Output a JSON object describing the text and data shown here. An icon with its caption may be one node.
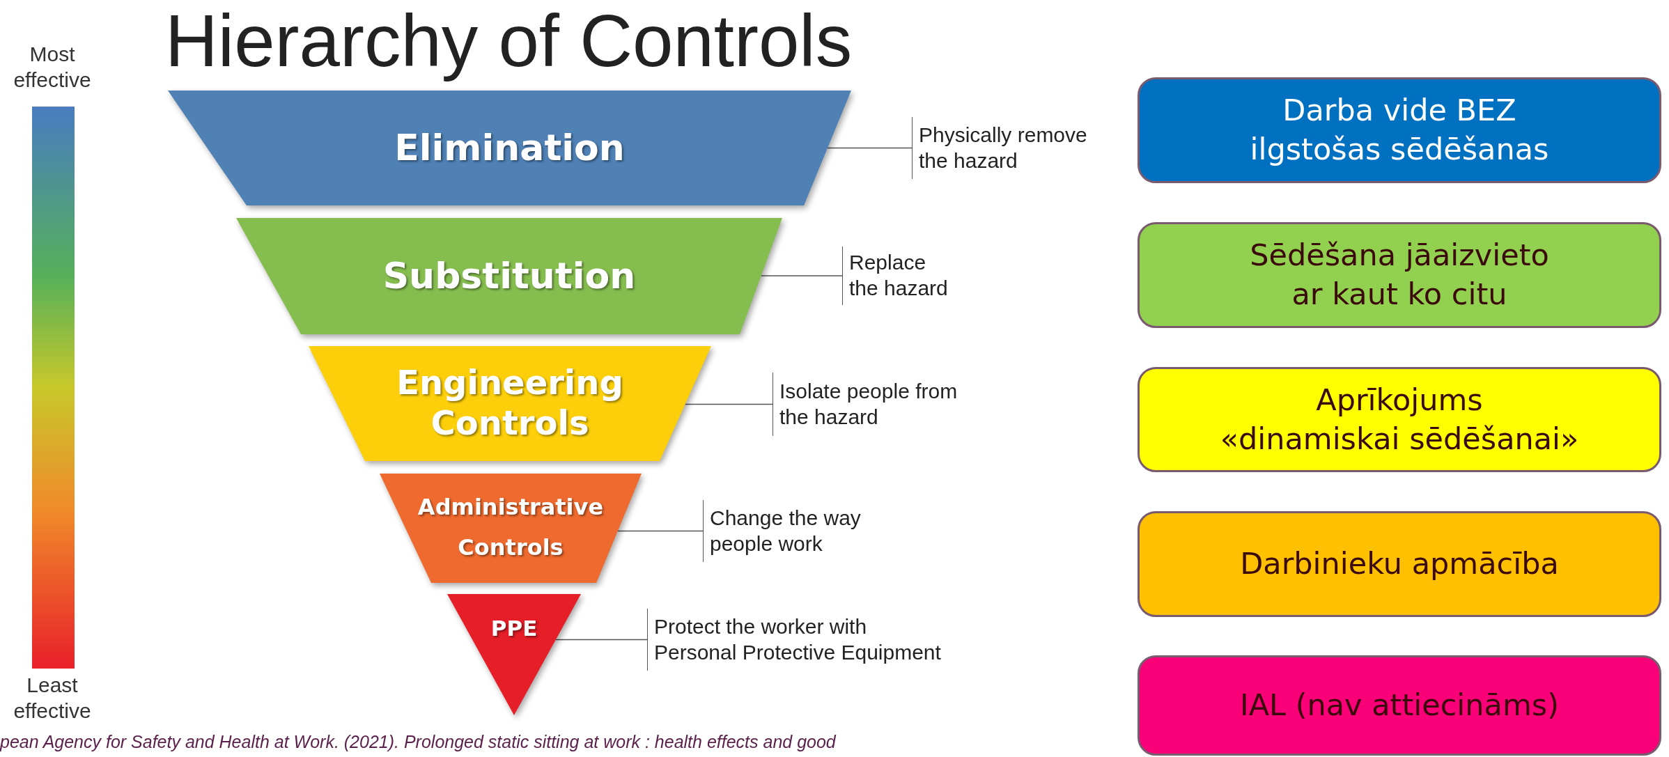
{
  "diagram": {
    "title": "Hierarchy of Controls",
    "caption": "pean Agency for Safety and Health at Work. (2021). Prolonged static sitting at work : health effects and good",
    "nodes": [
      {
        "text": [
          "Elimination"
        ]
      },
      {
        "text": [
          "Substitution"
        ]
      },
      {
        "text": [
          "Engineering Controls"
        ]
      },
      {
        "text": [
          "Administrative Controls"
        ]
      },
      {
        "text": [
          "PPE"
        ]
      },
      {
        "text": [
          "Physically remove the hazard"
        ]
      },
      {
        "text": [
          "Replace the hazard"
        ]
      },
      {
        "text": [
          "Isolate people from the hazard"
        ]
      },
      {
        "text": [
          "Change the way people work"
        ]
      },
      {
        "text": [
          "Protect the worker with Personal Protective Equipment"
        ]
      },
      {
        "text": [
          "Darba vide BEZ ilgstošas sēdēšanas"
        ]
      },
      {
        "text": [
          "Sēdēšana jāaizvieto ar kaut ko citu"
        ]
      },
      {
        "text": [
          "Aprīkojums «dinamiskai sēdēšanai»"
        ]
      },
      {
        "text": [
          "Darbinieku apmācība"
        ]
      },
      {
        "text": [
          "IAL (nav attiecināms)"
        ]
      },
      {
        "text": [],
        "shape": "bar"
      }
    ],
    "edges": [
      {
        "from": 0,
        "to": 5,
        "arrow": "none"
      },
      {
        "from": 1,
        "to": 6,
        "arrow": "none"
      },
      {
        "from": 2,
        "to": 7,
        "arrow": "none"
      },
      {
        "from": 3,
        "to": 8,
        "arrow": "none"
      },
      {
        "from": 4,
        "to": 9,
        "arrow": "none"
      }
    ],
    "labels": [
      "Most effective",
      "Least effective"
    ]
  }
}
